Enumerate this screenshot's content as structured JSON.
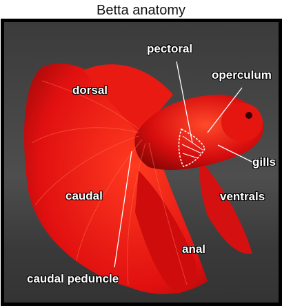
{
  "title": "Betta anatomy",
  "labels": {
    "pectoral": "pectoral",
    "operculum": "operculum",
    "dorsal": "dorsal",
    "gills": "gills",
    "caudal": "caudal",
    "ventrals": "ventrals",
    "anal": "anal",
    "caudal_peduncle": "caudal peduncle"
  },
  "colors": {
    "fish": "#e01010",
    "fish_dark": "#8a0606",
    "fish_light": "#ff5a3a",
    "background": "#4a4a4a",
    "label_text": "#ffffff",
    "leader_lines": "#ffffff"
  }
}
